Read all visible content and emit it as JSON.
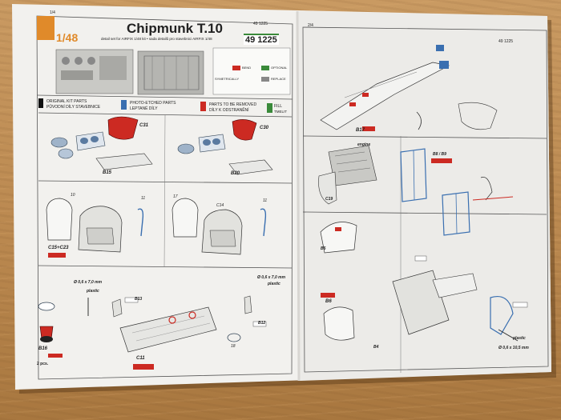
{
  "header": {
    "page_left": "1/4",
    "page_right": "2/4",
    "scale": "1/48",
    "title": "Chipmunk T.10",
    "kit_code": "49 1225",
    "kit_code_small": "49 1225",
    "subtitle": "detail set for AIRFIX 1/48 kit • sada detailů pro stavebnici AIRFIX 1/48"
  },
  "legend": {
    "original_parts": "ORIGINAL KIT PARTS",
    "original_parts_cz": "PŮVODNÍ DÍLY STAVEBNICE",
    "pe_parts": "PHOTO-ETCHED PARTS",
    "pe_parts_cz": "LEPTANÉ DÍLY",
    "remove": "PARTS TO BE REMOVED",
    "remove_cz": "DÍLY K ODSTRANĚNÍ",
    "fill": "FILL",
    "fill_cz": "TMELIT"
  },
  "symbols": {
    "bend": "BEND",
    "symetrically": "SYMETRICALLY",
    "optional": "OPTIONAL",
    "replace": "REPLACE"
  },
  "labels": {
    "c31": "C31",
    "c30": "C30",
    "b15": "B15",
    "b20": "B20",
    "n10": "10",
    "n11a": "11",
    "n17": "17",
    "n11b": "11",
    "c14": "C14",
    "c15c23": "C15+C23",
    "plastic_left": "Ø 0,6 x 7,0 mm",
    "plastic_left_word": "plastic",
    "plastic_right": "Ø 0,6 x 7,0 mm",
    "plastic_right_word": "plastic",
    "b13": "B13",
    "b12": "B12",
    "b16": "B16",
    "pcs": "2 pcs.",
    "c11": "C11",
    "n18": "18",
    "b17": "B17",
    "engine": "engine",
    "c19": "C19",
    "b8b9": "B8 / B9",
    "b6": "B6",
    "b5": "B5",
    "b4": "B4",
    "plastic_bottom": "plastic",
    "plastic_bottom_size": "Ø 0,6 x 10,5 mm"
  },
  "colors": {
    "table": "#b98a52",
    "paper": "#f2f1ee",
    "ink": "#222222",
    "red": "#cc2a22",
    "blue": "#3a6fb0",
    "green": "#3a8a3a",
    "orange": "#e08a2a"
  }
}
